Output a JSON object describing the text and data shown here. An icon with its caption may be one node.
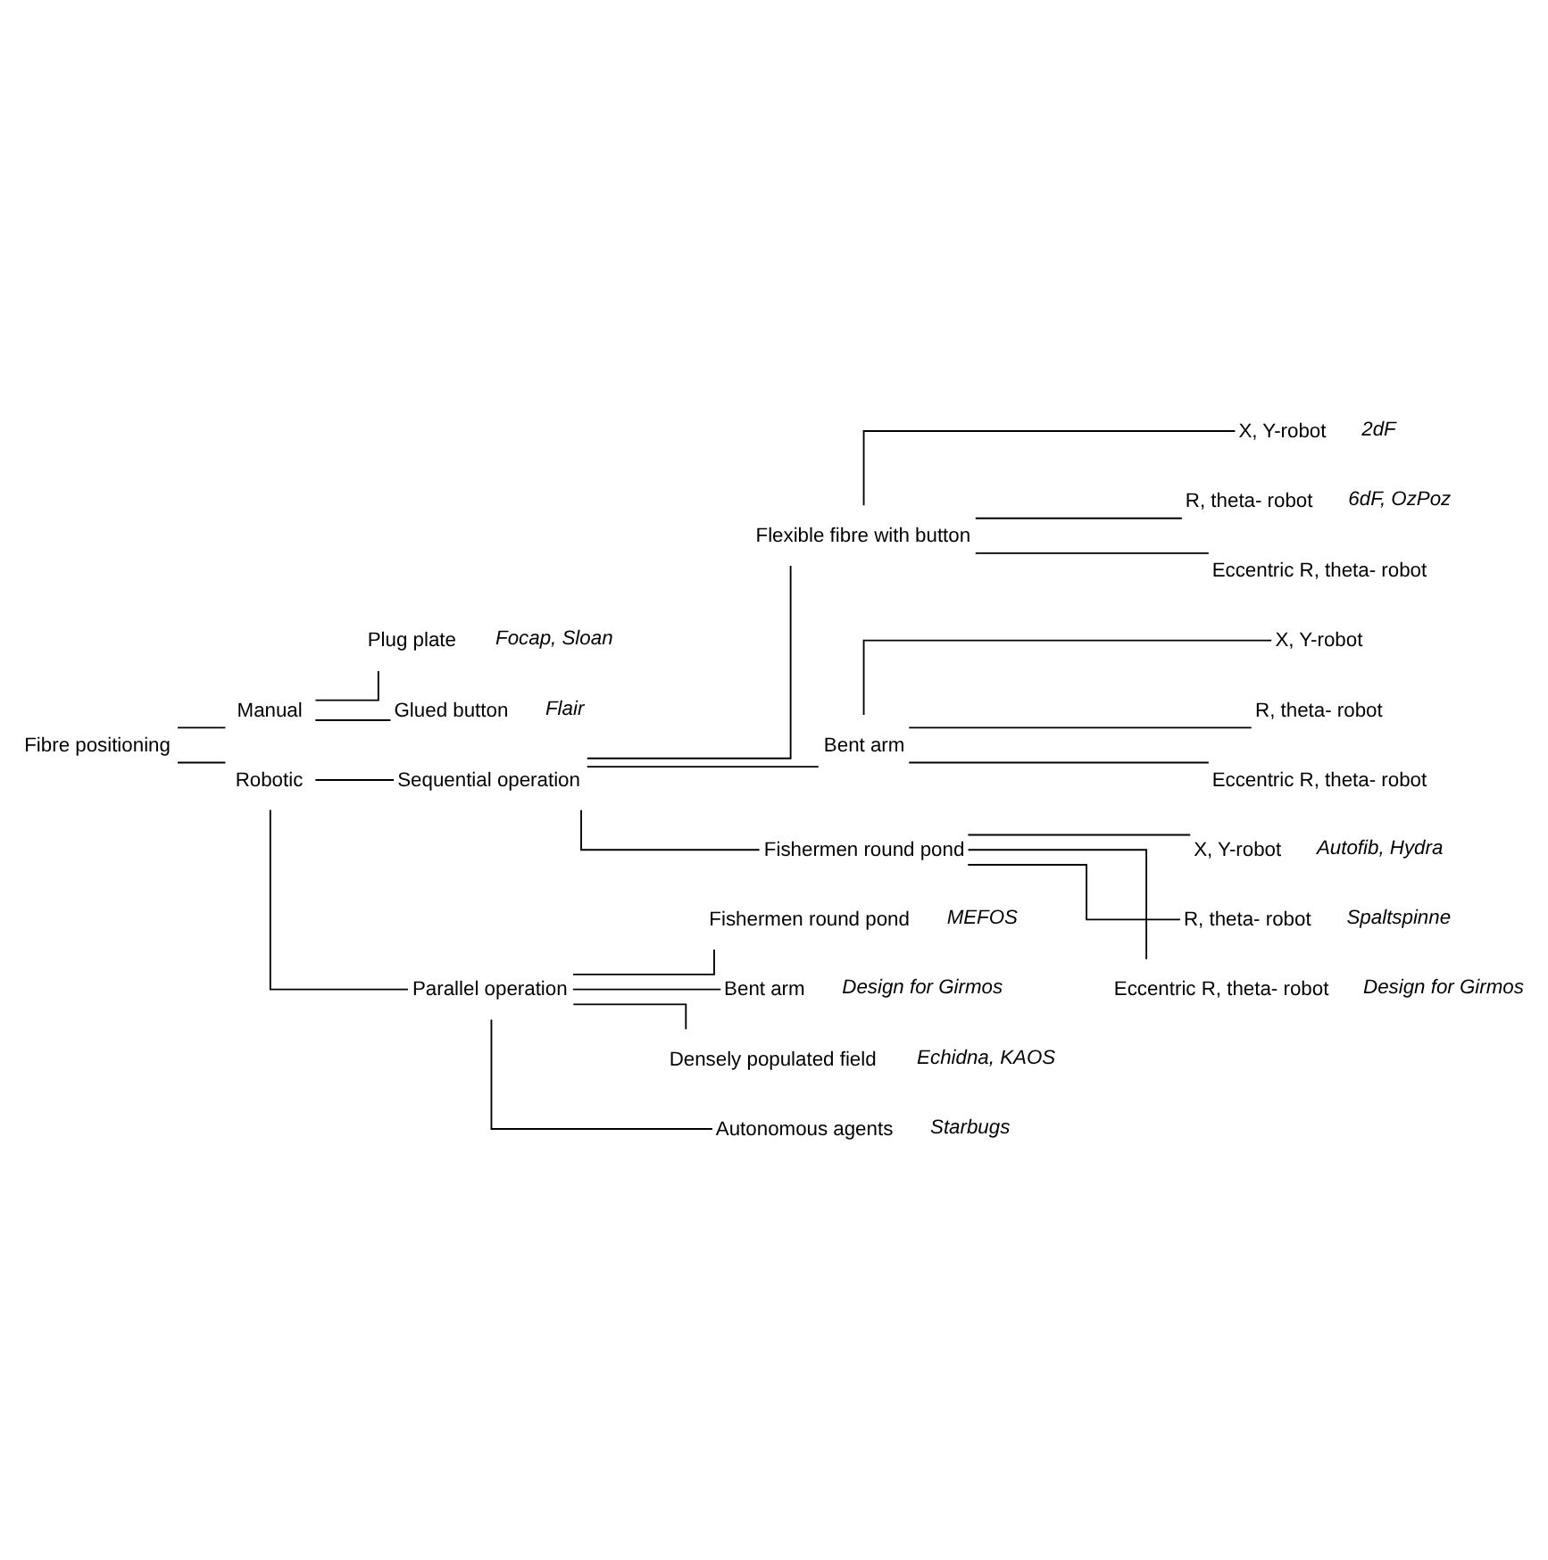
{
  "diagram": {
    "nodes": [
      {
        "text": [
          "Fibre positioning"
        ]
      },
      {
        "text": [
          "Manual"
        ]
      },
      {
        "text": [
          "Plug plate"
        ],
        "beside": [
          "Focap, Sloan"
        ]
      },
      {
        "text": [
          "Glued button"
        ],
        "beside": [
          "Flair"
        ]
      },
      {
        "text": [
          "Robotic"
        ]
      },
      {
        "text": [
          "Sequential operation"
        ]
      },
      {
        "text": [
          "Flexible fibre with button"
        ]
      },
      {
        "text": [
          "X, Y-robot"
        ],
        "beside": [
          "2dF"
        ]
      },
      {
        "text": [
          "R, theta- robot"
        ],
        "beside": [
          "6dF, OzPoz"
        ]
      },
      {
        "text": [
          "Eccentric R, theta- robot"
        ]
      },
      {
        "text": [
          "Bent arm"
        ]
      },
      {
        "text": [
          "X, Y-robot"
        ]
      },
      {
        "text": [
          "R, theta- robot"
        ]
      },
      {
        "text": [
          "Eccentric R, theta- robot"
        ]
      },
      {
        "text": [
          "Fishermen round pond"
        ]
      },
      {
        "text": [
          "X, Y-robot"
        ],
        "beside": [
          "Autofib, Hydra"
        ]
      },
      {
        "text": [
          "R, theta- robot"
        ],
        "beside": [
          "Spaltspinne"
        ]
      },
      {
        "text": [
          "Eccentric R, theta- robot"
        ],
        "beside": [
          "Design for Girmos"
        ]
      },
      {
        "text": [
          "Parallel operation"
        ]
      },
      {
        "text": [
          "Fishermen round pond"
        ],
        "beside": [
          "MEFOS"
        ]
      },
      {
        "text": [
          "Bent arm"
        ],
        "beside": [
          "Design for Girmos"
        ]
      },
      {
        "text": [
          "Densely populated field"
        ],
        "beside": [
          "Echidna, KAOS"
        ]
      },
      {
        "text": [
          "Autonomous agents"
        ],
        "beside": [
          "Starbugs"
        ]
      }
    ],
    "edges": [
      {
        "from": 0,
        "to": 1,
        "arrow": "none"
      },
      {
        "from": 1,
        "to": 2,
        "arrow": "none"
      },
      {
        "from": 1,
        "to": 3,
        "arrow": "none"
      },
      {
        "from": 0,
        "to": 4,
        "arrow": "none"
      },
      {
        "from": 4,
        "to": 5,
        "arrow": "none"
      },
      {
        "from": 5,
        "to": 6,
        "arrow": "none"
      },
      {
        "from": 6,
        "to": 7,
        "arrow": "none"
      },
      {
        "from": 6,
        "to": 8,
        "arrow": "none"
      },
      {
        "from": 6,
        "to": 9,
        "arrow": "none"
      },
      {
        "from": 5,
        "to": 10,
        "arrow": "none"
      },
      {
        "from": 10,
        "to": 11,
        "arrow": "none"
      },
      {
        "from": 10,
        "to": 12,
        "arrow": "none"
      },
      {
        "from": 10,
        "to": 13,
        "arrow": "none"
      },
      {
        "from": 5,
        "to": 14,
        "arrow": "none"
      },
      {
        "from": 14,
        "to": 15,
        "arrow": "none"
      },
      {
        "from": 14,
        "to": 16,
        "arrow": "none"
      },
      {
        "from": 14,
        "to": 17,
        "arrow": "none"
      },
      {
        "from": 4,
        "to": 18,
        "arrow": "none"
      },
      {
        "from": 18,
        "to": 19,
        "arrow": "none"
      },
      {
        "from": 18,
        "to": 20,
        "arrow": "none"
      },
      {
        "from": 18,
        "to": 21,
        "arrow": "none"
      },
      {
        "from": 18,
        "to": 22,
        "arrow": "none"
      }
    ]
  }
}
